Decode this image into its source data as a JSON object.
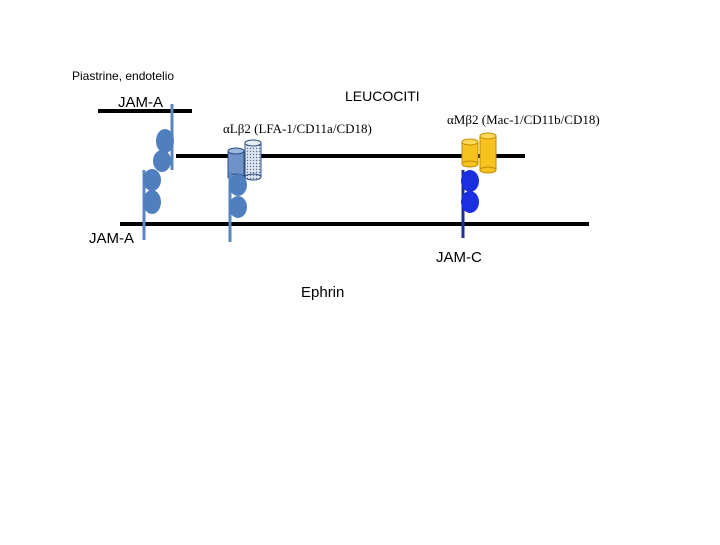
{
  "labels": {
    "platelets_endothelium": "Piastrine, endotelio",
    "leukocytes": "LEUCOCITI",
    "jam_a_top": "JAM-A",
    "jam_a_bottom": "JAM-A",
    "jam_c": "JAM-C",
    "ephrin": "Ephrin",
    "alpha_l_beta2": "αLβ2 (LFA-1/CD11a/CD18)",
    "alpha_m_beta2": "αMβ2 (Mac-1/CD11b/CD18)"
  },
  "colors": {
    "membrane": "#000000",
    "jam_a": "#4f7fbf",
    "jam_a_stem": "#5b86c0",
    "jam_c": "#1a2fe0",
    "jam_c_stem": "#1f2f9a",
    "integrin_l_alpha": "#6f93c9",
    "integrin_l_beta": "#cfd9e8",
    "integrin_m": "#f7c21e",
    "integrin_m_outline": "#c18f00"
  }
}
